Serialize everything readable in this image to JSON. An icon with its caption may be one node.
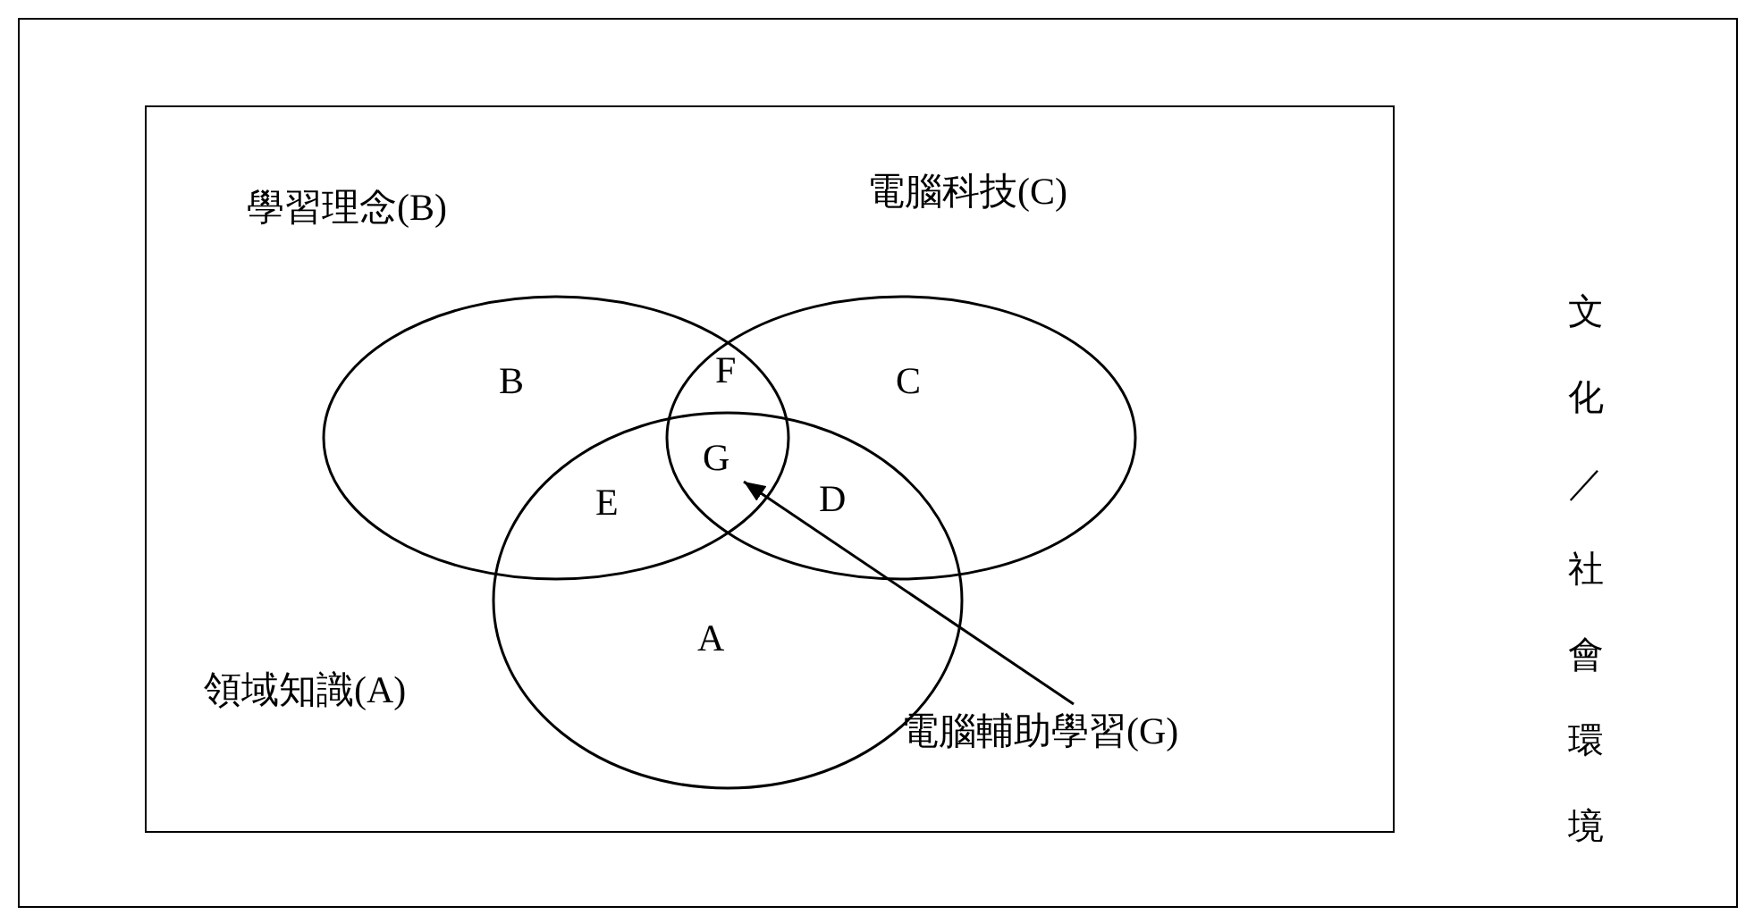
{
  "diagram": {
    "nodes": [
      {
        "text": [
          "文化／社會環境"
        ]
      },
      {
        "text": [],
        "shape": "box",
        "in": 0
      },
      {
        "text": [
          "學習理念(B)"
        ],
        "in": 1
      },
      {
        "text": [
          "電腦科技(C)"
        ],
        "in": 1
      },
      {
        "text": [
          "領域知識(A)"
        ],
        "in": 1
      },
      {
        "text": [
          "G"
        ]
      },
      {
        "text": [
          "電腦輔助學習(G)"
        ],
        "in": 1
      }
    ],
    "edges": [
      {
        "from": 6,
        "to": 5,
        "arrow": "to"
      }
    ],
    "labels": [
      "B",
      "F",
      "C",
      "E",
      "D",
      "A"
    ]
  }
}
